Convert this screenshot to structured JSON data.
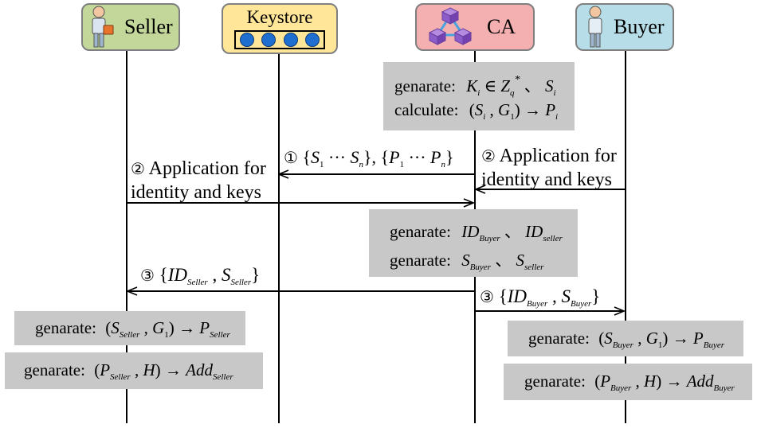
{
  "actors": {
    "seller": {
      "label": "Seller",
      "color": "#c4d79b",
      "icon": "person-with-briefcase-icon"
    },
    "keystore": {
      "label": "Keystore",
      "color": "#ffe699",
      "icon": "keystore-slots-icon"
    },
    "ca": {
      "label": "CA",
      "color": "#f4b0b0",
      "icon": "cubes-network-icon"
    },
    "buyer": {
      "label": "Buyer",
      "color": "#b7dee8",
      "icon": "person-icon"
    }
  },
  "ca_generate": {
    "line1_word": "genarate:",
    "line1_sep": "、",
    "line2_word": "calculate:"
  },
  "msg1": {
    "num": "①"
  },
  "msg2_seller": {
    "num": "②",
    "line1": "Application for",
    "line2": "identity and keys"
  },
  "msg2_buyer": {
    "num": "②",
    "line1": "Application for",
    "line2": "identity and keys"
  },
  "ca_ids": {
    "word1": "genarate:",
    "sep1": "、",
    "word2": "genarate:",
    "sep2": "、"
  },
  "msg3_seller": {
    "num": "③"
  },
  "msg3_buyer": {
    "num": "③"
  },
  "seller_boxes": {
    "box1_word": "genarate:",
    "box2_word": "genarate:"
  },
  "buyer_boxes": {
    "box1_word": "genarate:",
    "box2_word": "genarate:"
  },
  "colors": {
    "box_bg": "#c8c8c8",
    "lifeline": "#000000",
    "keystore_slot": "#1f6fd0"
  }
}
